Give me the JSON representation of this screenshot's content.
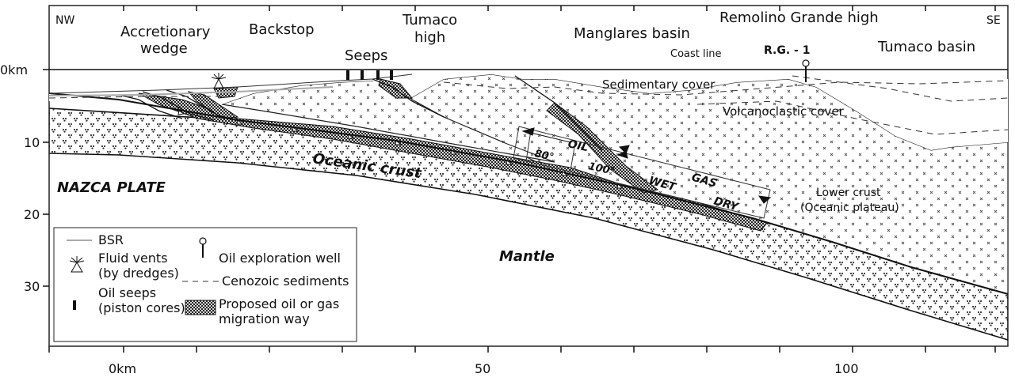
{
  "corner_left": "NW",
  "corner_right": "SE",
  "regions": {
    "accretionary_line1": "Accretionary",
    "accretionary_line2": "wedge",
    "backstop": "Backstop",
    "tumaco_high_line1": "Tumaco",
    "tumaco_high_line2": "high",
    "manglares_basin": "Manglares basin",
    "remolino_grande_high": "Remolino Grande high",
    "tumaco_basin": "Tumaco  basin"
  },
  "features": {
    "seeps": "Seeps",
    "coast_line": "Coast line",
    "well_name": "R.G. - 1",
    "sedimentary_cover": "Sedimentary cover",
    "volcanoclastic_cover": "Volcanoclastic cover",
    "oceanic_crust": "Oceanic crust",
    "nazca_plate": "NAZCA PLATE",
    "mantle": "Mantle",
    "lower_crust_line1": "Lower crust",
    "lower_crust_line2": "(Oceanic plateau)",
    "oil": "OIL",
    "gas": "GAS",
    "wet": "WET",
    "dry": "DRY",
    "temp_80": "80°",
    "temp_100": "100°"
  },
  "depth_axis": {
    "ticks": [
      "0km",
      "10",
      "20",
      "30"
    ]
  },
  "distance_axis": {
    "ticks": [
      "0km",
      "50",
      "100"
    ]
  },
  "legend": {
    "bsr": "BSR",
    "fluid_vents_line1": "Fluid vents",
    "fluid_vents_line2": "(by dredges)",
    "oil_seeps_line1": "Oil seeps",
    "oil_seeps_line2": "(piston cores)",
    "well": "Oil exploration well",
    "cenozoic": "Cenozoic sediments",
    "migration_line1": "Proposed oil or gas",
    "migration_line2": "migration way"
  }
}
